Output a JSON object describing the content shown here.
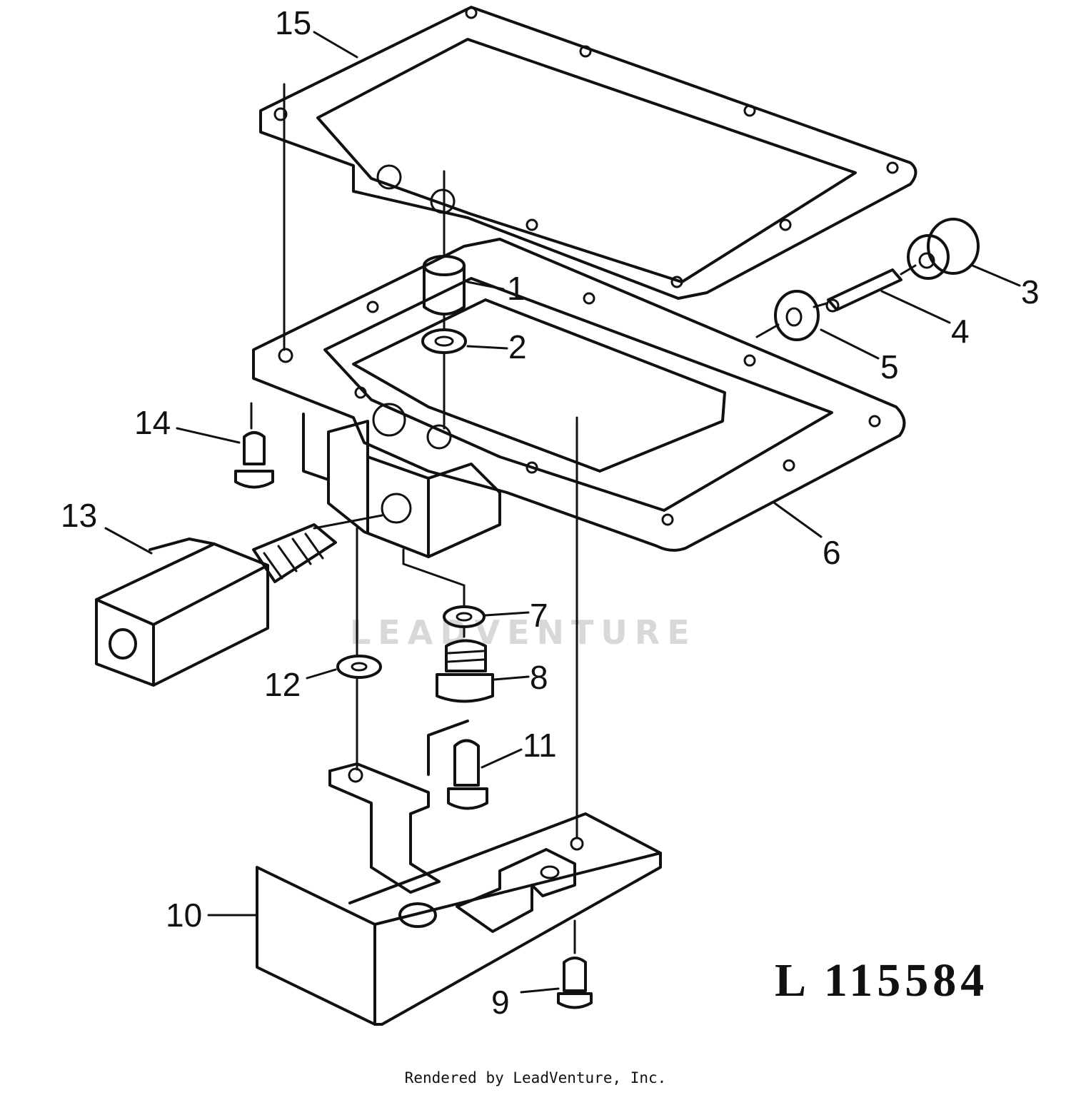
{
  "figure_id": "L 115584",
  "watermark": "LEADVENTURE",
  "credit": "Rendered by LeadVenture, Inc.",
  "callouts": [
    "1",
    "2",
    "3",
    "4",
    "5",
    "6",
    "7",
    "8",
    "9",
    "10",
    "11",
    "12",
    "13",
    "14",
    "15"
  ]
}
